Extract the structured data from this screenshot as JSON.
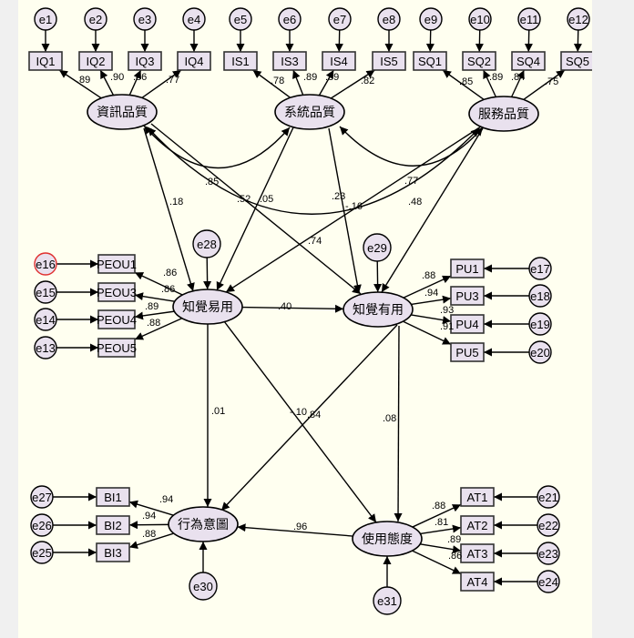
{
  "colors": {
    "canvas": "#fffff0",
    "margin": "#f0f0f0",
    "node_fill": "#e9e1ee",
    "stroke": "#000000",
    "highlight": "#e03030"
  },
  "latents": [
    {
      "id": "IQ",
      "label": "資訊品質"
    },
    {
      "id": "IS",
      "label": "系統品質"
    },
    {
      "id": "SQ",
      "label": "服務品質"
    },
    {
      "id": "PEOU",
      "label": "知覺易用"
    },
    {
      "id": "PU",
      "label": "知覺有用"
    },
    {
      "id": "BI",
      "label": "行為意圖"
    },
    {
      "id": "AT",
      "label": "使用態度"
    }
  ],
  "indicators": [
    {
      "label": "IQ1",
      "latent": "IQ",
      "error": "e1",
      "loading": ".89"
    },
    {
      "label": "IQ2",
      "latent": "IQ",
      "error": "e2",
      "loading": ".90"
    },
    {
      "label": "IQ3",
      "latent": "IQ",
      "error": "e3",
      "loading": ".86"
    },
    {
      "label": "IQ4",
      "latent": "IQ",
      "error": "e4",
      "loading": ".77"
    },
    {
      "label": "IS1",
      "latent": "IS",
      "error": "e5",
      "loading": ".78"
    },
    {
      "label": "IS3",
      "latent": "IS",
      "error": "e6",
      "loading": ".89"
    },
    {
      "label": "IS4",
      "latent": "IS",
      "error": "e7",
      "loading": ".89"
    },
    {
      "label": "IS5",
      "latent": "IS",
      "error": "e8",
      "loading": ".82"
    },
    {
      "label": "SQ1",
      "latent": "SQ",
      "error": "e9",
      "loading": ".85"
    },
    {
      "label": "SQ2",
      "latent": "SQ",
      "error": "e10",
      "loading": ".89"
    },
    {
      "label": "SQ4",
      "latent": "SQ",
      "error": "e11",
      "loading": ".84"
    },
    {
      "label": "SQ5",
      "latent": "SQ",
      "error": "e12",
      "loading": ".75"
    },
    {
      "label": "PEOU1",
      "latent": "PEOU",
      "error": "e16",
      "loading": ".86",
      "error_highlighted": true
    },
    {
      "label": "PEOU3",
      "latent": "PEOU",
      "error": "e15",
      "loading": ".86"
    },
    {
      "label": "PEOU4",
      "latent": "PEOU",
      "error": "e14",
      "loading": ".89"
    },
    {
      "label": "PEOU5",
      "latent": "PEOU",
      "error": "e13",
      "loading": ".88"
    },
    {
      "label": "PU1",
      "latent": "PU",
      "error": "e17",
      "loading": ".88"
    },
    {
      "label": "PU3",
      "latent": "PU",
      "error": "e18",
      "loading": ".94"
    },
    {
      "label": "PU4",
      "latent": "PU",
      "error": "e19",
      "loading": ".93"
    },
    {
      "label": "PU5",
      "latent": "PU",
      "error": "e20",
      "loading": ".91"
    },
    {
      "label": "BI1",
      "latent": "BI",
      "error": "e27",
      "loading": ".94"
    },
    {
      "label": "BI2",
      "latent": "BI",
      "error": "e26",
      "loading": ".94"
    },
    {
      "label": "BI3",
      "latent": "BI",
      "error": "e25",
      "loading": ".88"
    },
    {
      "label": "AT1",
      "latent": "AT",
      "error": "e21",
      "loading": ".88"
    },
    {
      "label": "AT2",
      "latent": "AT",
      "error": "e22",
      "loading": ".81"
    },
    {
      "label": "AT3",
      "latent": "AT",
      "error": "e23",
      "loading": ".89"
    },
    {
      "label": "AT4",
      "latent": "AT",
      "error": "e24",
      "loading": ".86"
    }
  ],
  "disturbances": [
    {
      "label": "e28",
      "latent": "PEOU"
    },
    {
      "label": "e29",
      "latent": "PU"
    },
    {
      "label": "e30",
      "latent": "BI"
    },
    {
      "label": "e31",
      "latent": "AT"
    }
  ],
  "covariances": [
    {
      "from": "IQ",
      "to": "IS",
      "value": ".85"
    },
    {
      "from": "IS",
      "to": "SQ",
      "value": ".77"
    },
    {
      "from": "IQ",
      "to": "SQ",
      "value": ".48"
    }
  ],
  "paths": [
    {
      "from": "IQ",
      "to": "PEOU",
      "value": ".18"
    },
    {
      "from": "IQ",
      "to": "PU",
      "value": ".52"
    },
    {
      "from": "IS",
      "to": "PEOU",
      "value": ".05"
    },
    {
      "from": "IS",
      "to": "PU",
      "value": ".23"
    },
    {
      "from": "SQ",
      "to": "PEOU",
      "value": "-.16"
    },
    {
      "from": "SQ",
      "to": "PU",
      "value": ".74"
    },
    {
      "from": "PEOU",
      "to": "PU",
      "value": ".40"
    },
    {
      "from": "PEOU",
      "to": "BI",
      "value": ".01"
    },
    {
      "from": "PEOU",
      "to": "AT",
      "value": "-.10"
    },
    {
      "from": "PU",
      "to": "BI",
      "value": ".84"
    },
    {
      "from": "PU",
      "to": "AT",
      "value": ".08"
    },
    {
      "from": "AT",
      "to": "BI",
      "value": ".96"
    }
  ]
}
